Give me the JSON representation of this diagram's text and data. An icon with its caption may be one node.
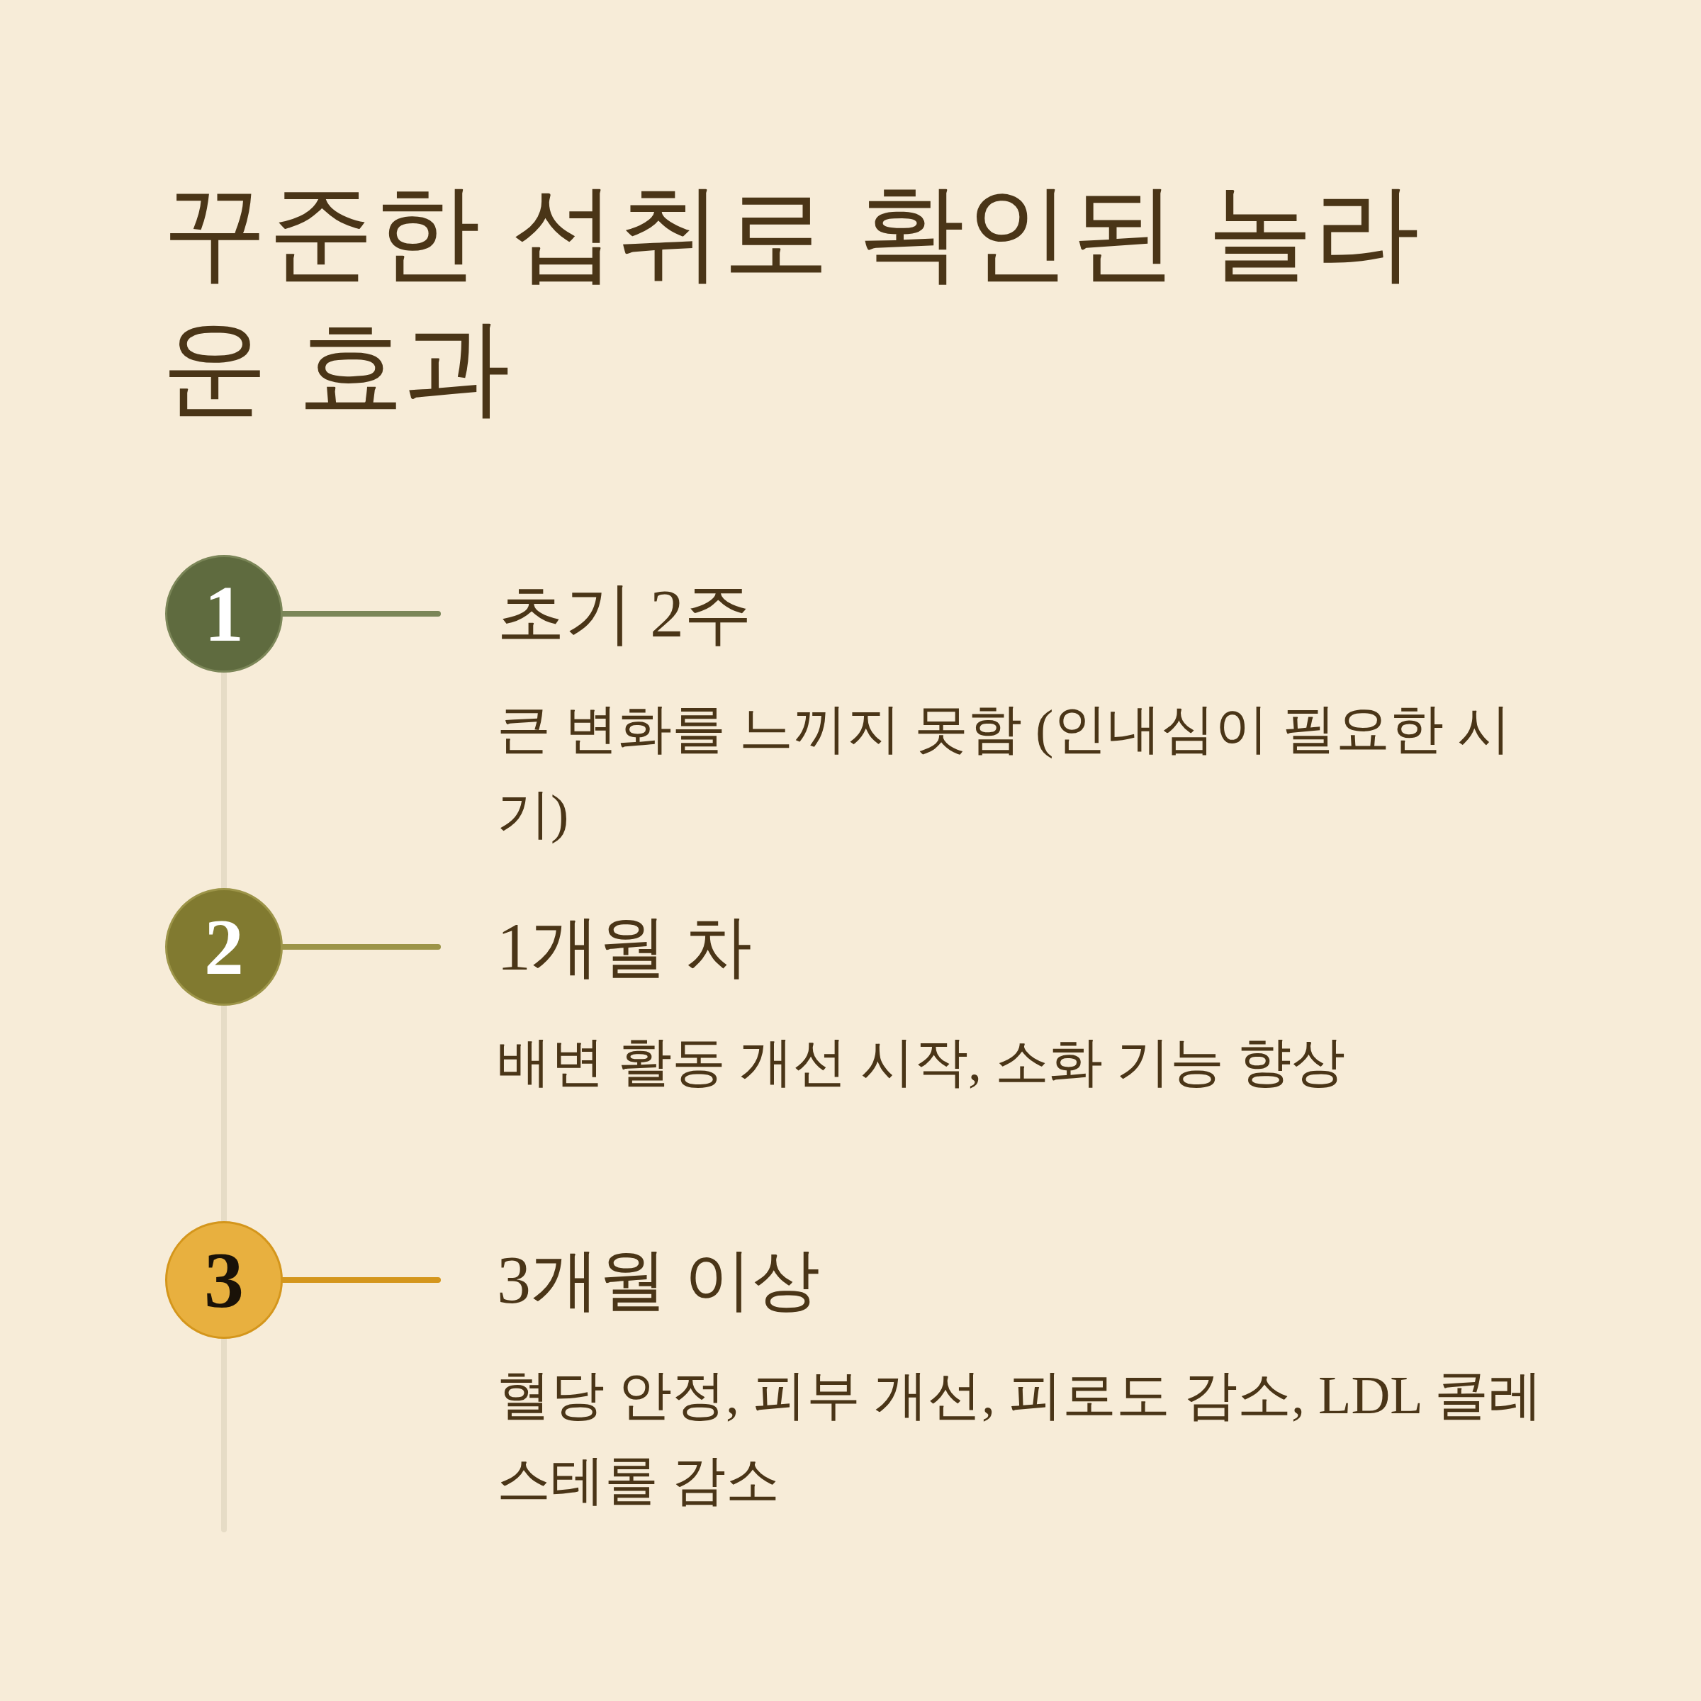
{
  "diagram": {
    "title": "꾸준한 섭취로 확인된 놀라운 효과",
    "nodes": [
      {
        "text": [
          "1"
        ]
      },
      {
        "text": [
          "초기 2주",
          "큰 변화를 느끼지 못함 (인내심이 필요한 시기)"
        ]
      },
      {
        "text": [
          "2"
        ]
      },
      {
        "text": [
          "1개월 차",
          "배변 활동 개선 시작, 소화 기능 향상"
        ]
      },
      {
        "text": [
          "3"
        ]
      },
      {
        "text": [
          "3개월 이상",
          "혈당 안정, 피부 개선, 피로도 감소, LDL 콜레스테롤 감소"
        ]
      }
    ],
    "edges": [
      {
        "from": 0,
        "to": 1,
        "arrow": "none",
        "color": "#7b8658"
      },
      {
        "from": 2,
        "to": 3,
        "arrow": "none",
        "color": "#9c9448"
      },
      {
        "from": 4,
        "to": 5,
        "arrow": "none",
        "color": "#d4961c"
      },
      {
        "from": 0,
        "to": 2,
        "arrow": "none",
        "color": "#e6dcc6"
      },
      {
        "from": 2,
        "to": 4,
        "arrow": "none",
        "color": "#e6dcc6"
      }
    ]
  }
}
